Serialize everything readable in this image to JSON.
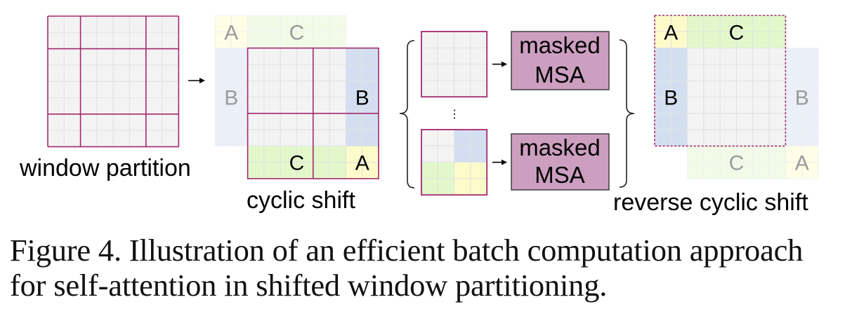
{
  "panels": {
    "window_partition": {
      "label": "window partition"
    },
    "cyclic_shift": {
      "label": "cyclic shift",
      "ghost_labels": {
        "A": "A",
        "B": "B",
        "C": "C"
      },
      "labels": {
        "A": "A",
        "B": "B",
        "C": "C"
      }
    },
    "batch": {
      "boxes": [
        {
          "line1": "masked",
          "line2": "MSA"
        },
        {
          "line1": "masked",
          "line2": "MSA"
        }
      ],
      "ellipsis": "⋮"
    },
    "reverse_cyclic_shift": {
      "label": "reverse cyclic shift",
      "labels": {
        "A": "A",
        "B": "B",
        "C": "C"
      },
      "ghost_labels": {
        "A": "A",
        "B": "B",
        "C": "C"
      }
    }
  },
  "colors": {
    "cell": "#f3f3f3",
    "cell_line": "#e2e2e2",
    "window_line": "#a3286f",
    "region_A": "#fdfbc9",
    "region_B": "#d3dff1",
    "region_C": "#e2f8cb",
    "msa_fill": "#cc9fc0",
    "msa_border": "#333333"
  },
  "grid": {
    "cells_per_side": 8,
    "window_cells": 4,
    "shift_cells": 2
  },
  "caption": {
    "line1": "Figure 4. Illustration of an efficient batch computation approach",
    "line2": "for self-attention in shifted window partitioning."
  }
}
